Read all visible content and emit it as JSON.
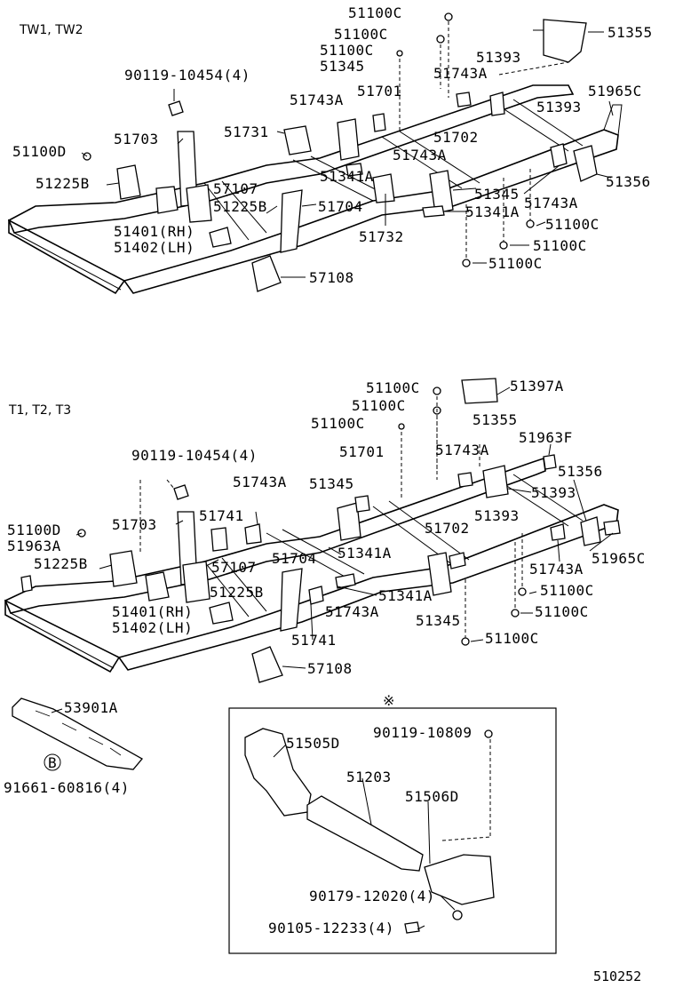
{
  "sections": {
    "upper": {
      "header": "TW1, TW2",
      "labels": {
        "c_top1": "51100C",
        "c_top2": "51100C",
        "c_top3": "51100C",
        "p51355": "51355",
        "p51345_a": "51345",
        "p51393_a": "51393",
        "p51743a_a": "51743A",
        "bolt": "90119-10454(4)",
        "p51743a_b": "51743A",
        "p51701": "51701",
        "p51965c": "51965C",
        "p51393_b": "51393",
        "p51100d": "51100D",
        "p51703": "51703",
        "p51731": "51731",
        "p51702": "51702",
        "p51743a_c": "51743A",
        "p51356": "51356",
        "p51341a_a": "51341A",
        "p51225b_a": "51225B",
        "p57107": "57107",
        "p51345_b": "51345",
        "p51743a_d": "51743A",
        "p51225b_b": "51225B",
        "p51704": "51704",
        "p51341a_b": "51341A",
        "c_r1": "51100C",
        "p51401": "51401(RH)",
        "p51402": "51402(LH)",
        "p51732": "51732",
        "c_r2": "51100C",
        "c_r3": "51100C",
        "p57108": "57108"
      }
    },
    "lower": {
      "header": "T1, T2, T3",
      "labels": {
        "c_top1": "51100C",
        "p51397a": "51397A",
        "c_top2": "51100C",
        "p51355": "51355",
        "c_top3": "51100C",
        "p51963f": "51963F",
        "p51743a_a": "51743A",
        "bolt": "90119-10454(4)",
        "p51701": "51701",
        "p51356": "51356",
        "p51743a_b": "51743A",
        "p51345_a": "51345",
        "p51393_a": "51393",
        "p51393_b": "51393",
        "p51100d": "51100D",
        "p51703": "51703",
        "p51741_a": "51741",
        "p51702": "51702",
        "p51963a": "51963A",
        "p51965c": "51965C",
        "p51225b_a": "51225B",
        "p57107": "57107",
        "p51704": "51704",
        "p51341a_a": "51341A",
        "p51743a_c": "51743A",
        "p51225b_b": "51225B",
        "p51341a_b": "51341A",
        "c_r1": "51100C",
        "p51401": "51401(RH)",
        "p51743a_d": "51743A",
        "c_r2": "51100C",
        "p51402": "51402(LH)",
        "p51345_b": "51345",
        "p51741_b": "51741",
        "c_r3": "51100C",
        "p57108": "57108"
      }
    },
    "skid": {
      "labels": {
        "part": "53901A",
        "badge": "B",
        "bolt": "91661-60816(4)"
      }
    },
    "inset": {
      "marker": "※",
      "labels": {
        "bolt1": "90119-10809",
        "p51505d": "51505D",
        "p51203": "51203",
        "p51506d": "51506D",
        "bolt2": "90179-12020(4)",
        "bolt3": "90105-12233(4)"
      }
    },
    "reference": "510252"
  }
}
